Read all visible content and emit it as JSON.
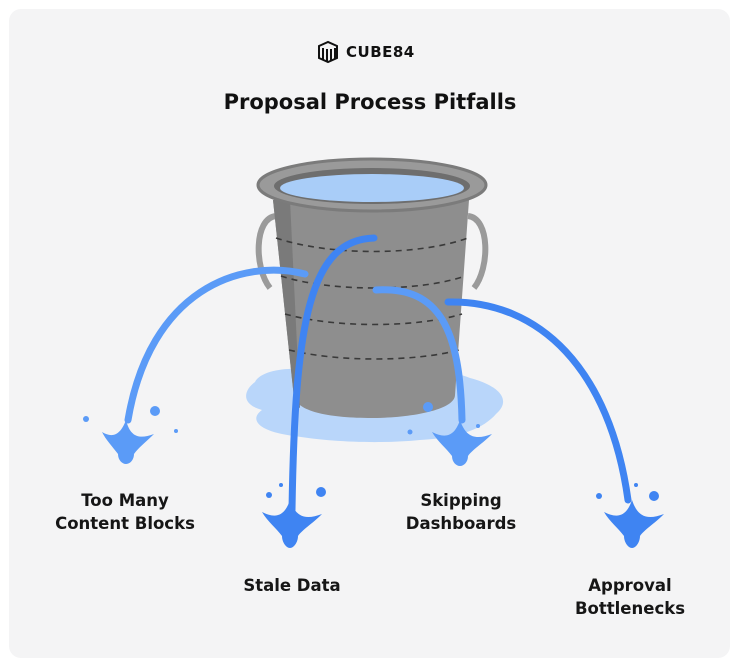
{
  "brand": {
    "name": "CUBE84",
    "logo_icon": "cube-grid-logo-icon"
  },
  "title": "Proposal Process Pitfalls",
  "labels": {
    "too_many_content_blocks": [
      "Too Many",
      "Content Blocks"
    ],
    "stale_data": [
      "Stale Data"
    ],
    "skipping_dashboards": [
      "Skipping",
      "Dashboards"
    ],
    "approval_bottlenecks": [
      "Approval",
      "Bottlenecks"
    ]
  },
  "colors": {
    "background": "#f4f4f5",
    "bucket": "#8e8e8e",
    "bucket_dark": "#6e6e6e",
    "water": "#4f8ef7",
    "water_light": "#b9d6fa",
    "text": "#111111"
  }
}
